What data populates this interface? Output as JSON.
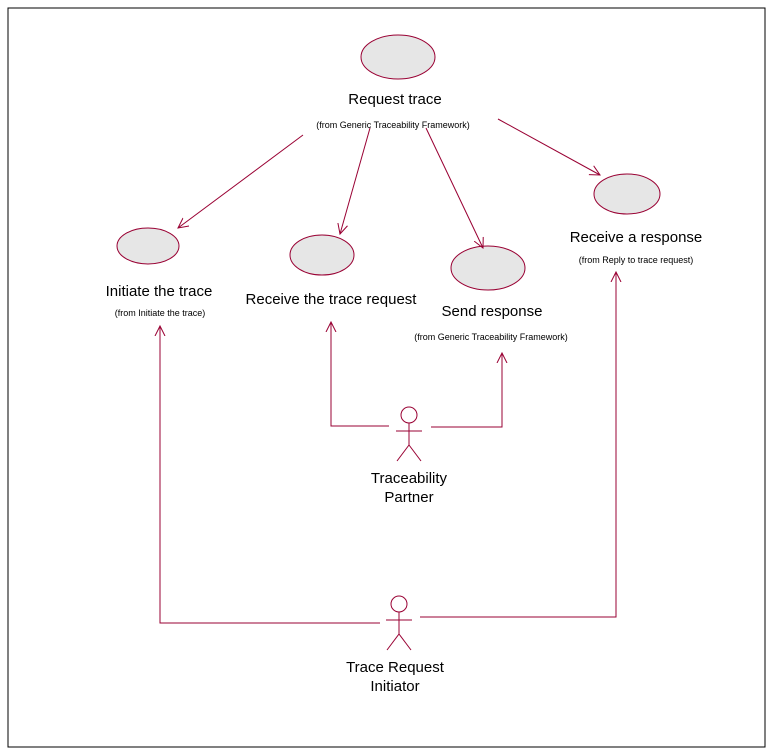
{
  "diagram": {
    "use_cases": {
      "request_trace": {
        "name": "Request trace",
        "from": "(from Generic Traceability Framework)"
      },
      "initiate_trace": {
        "name": "Initiate the trace",
        "from": "(from Initiate the trace)"
      },
      "receive_trace_request": {
        "name": "Receive the trace request",
        "from": ""
      },
      "send_response": {
        "name": "Send response",
        "from": "(from Generic Traceability Framework)"
      },
      "receive_response": {
        "name": "Receive a response",
        "from": "(from Reply to trace request)"
      }
    },
    "actors": {
      "partner": {
        "line1": "Traceability",
        "line2": "Partner"
      },
      "initiator": {
        "line1": "Trace Request",
        "line2": "Initiator"
      }
    },
    "colors": {
      "stroke": "#990033",
      "use_case_fill": "#e6e6e6",
      "frame": "#000000"
    }
  }
}
